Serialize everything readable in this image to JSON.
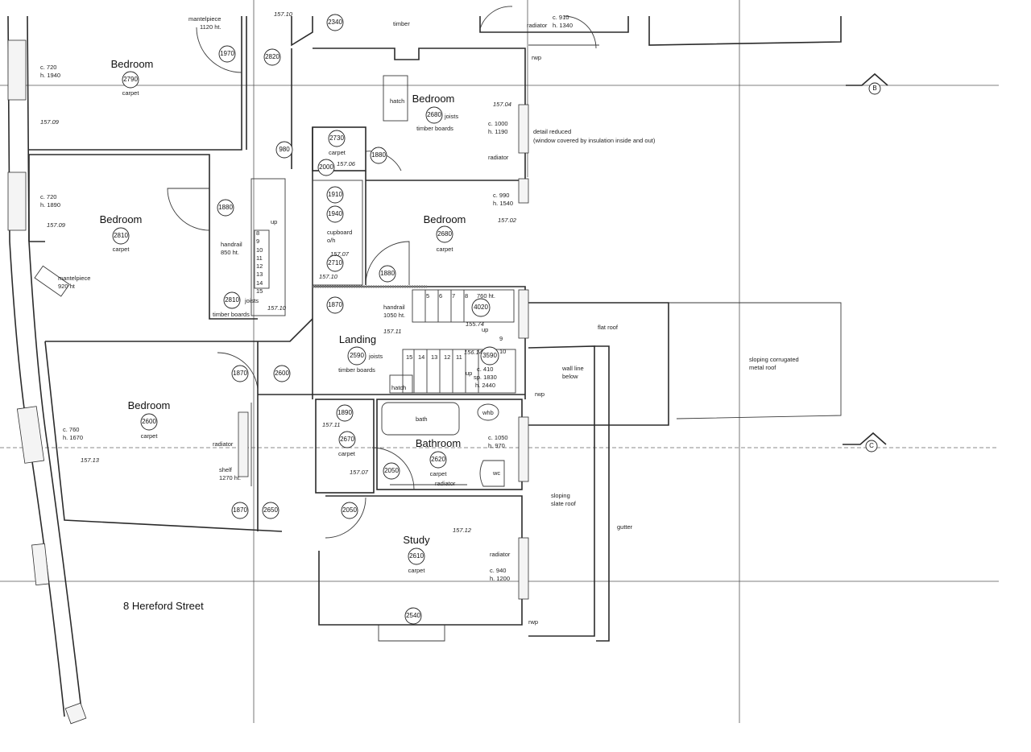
{
  "street": "8 Hereford Street",
  "rooms": {
    "bedroom_top_left": {
      "name": "Bedroom",
      "height": "2790",
      "finish": "carpet",
      "level": "157.09"
    },
    "bedroom_top_right": {
      "name": "Bedroom",
      "height": "2680",
      "note": "joists",
      "finish": "timber boards"
    },
    "bedroom_mid_left": {
      "name": "Bedroom",
      "height": "2810",
      "finish": "carpet",
      "level": "157.09"
    },
    "bedroom_mid_right": {
      "name": "Bedroom",
      "height": "2680",
      "finish": "carpet",
      "level": "157.02"
    },
    "landing": {
      "name": "Landing",
      "height": "2590",
      "note": "joists",
      "finish": "timber boards",
      "level": "157.11"
    },
    "bedroom_bottom_left": {
      "name": "Bedroom",
      "height": "2600",
      "finish": "carpet",
      "level": "157.13"
    },
    "bathroom": {
      "name": "Bathroom",
      "height": "2620",
      "finish": "carpet"
    },
    "study": {
      "name": "Study",
      "height": "2610",
      "finish": "carpet",
      "level": "157.12"
    }
  },
  "circles": {
    "c1970": "1970",
    "c2820": "2820",
    "c2340": "2340",
    "c980": "980",
    "c2730": "2730",
    "c1880a": "1880",
    "c2000": "2000",
    "c1910": "1910",
    "c1940": "1940",
    "c2710": "2710",
    "c1880b": "1880",
    "c1880c": "1880",
    "c2810s": "2810",
    "c1870a": "1870",
    "c4020": "4020",
    "c3590": "3590",
    "c1870b": "1870",
    "c2600s": "2600",
    "c1890": "1890",
    "c2670": "2670",
    "c2050a": "2050",
    "c2050b": "2050",
    "c1870c": "1870",
    "c2650": "2650",
    "c2540": "2540"
  },
  "labels": {
    "mantelpiece_top": "mantelpiece",
    "mantel_top_h": "1120 ht.",
    "win_c720a": "c. 720",
    "win_h1940": "h. 1940",
    "win_c720b": "c. 720",
    "win_h1890": "h. 1890",
    "mantelpiece_mid": "mantelpiece",
    "mantel_mid_h": "920 ht",
    "handrail_left": "handrail",
    "handrail_left_h": "850 ht.",
    "timber_left": "timber boards",
    "joists_left": "joists",
    "lvl_15710a": "157.10",
    "lvl_15710b": "157.10",
    "lvl_15706": "157.06",
    "lvl_15707a": "157.07",
    "carpet_small": "carpet",
    "cupboard": "cupboard",
    "cupboard_oh": "o/h",
    "hatch_top": "hatch",
    "win_c1000": "c. 1000",
    "win_h1190": "h. 1190",
    "detail_reduced": "detail reduced",
    "window_covered": "(window covered by insulation inside and out)",
    "radiator_top": "radiator",
    "lvl_15704": "157.04",
    "win_c990": "c. 990",
    "win_h1540": "h. 1540",
    "top_c910": "c. 910",
    "top_h1340": "h. 1340",
    "top_radiator": "radiator",
    "top_timber": "timber",
    "top_lvl": "157.10",
    "rwp_top": "rwp",
    "handrail_land": "handrail",
    "handrail_land_h": "1050 ht.",
    "stairs_760": "760 ht.",
    "lvl_15574": "155.74",
    "up_a": "up",
    "lvl_15614": "156.14",
    "stair_c410": "c. 410",
    "stair_sp1830": "sp. 1830",
    "stair_h2440": "h. 2440",
    "up_b": "up",
    "up_left": "up",
    "hatch_land": "hatch",
    "bath": "bath",
    "whb": "whb",
    "wc": "wc",
    "radiator_bath": "radiator",
    "bath_c1050": "c. 1050",
    "bath_h970": "h. 970",
    "lvl_15711": "157.11",
    "lvl_15707b": "157.07",
    "carpet_hall": "carpet",
    "win_c760": "c. 760",
    "win_h1670": "h. 1670",
    "radiator_bed": "radiator",
    "shelf": "shelf",
    "shelf_h": "1270 ht.",
    "radiator_study": "radiator",
    "study_c940": "c. 940",
    "study_h1200": "h. 1200",
    "rwp_study": "rwp",
    "rwp_mid": "rwp",
    "flat_roof": "flat roof",
    "wall_line": "wall line",
    "wall_below": "below",
    "sloping_corrugated": "sloping corrugated",
    "metal_roof": "metal roof",
    "sloping_slate": "sloping",
    "slate_roof": "slate roof",
    "gutter": "gutter",
    "marker_b": "B",
    "marker_c": "C"
  },
  "stair_numbers": {
    "s_left": [
      "8",
      "9",
      "10",
      "11",
      "12",
      "13",
      "14",
      "15"
    ],
    "s_top": [
      "5",
      "6",
      "7",
      "8"
    ],
    "s_bot": [
      "15",
      "14",
      "13",
      "12",
      "11",
      "10"
    ],
    "s_nine": "9"
  }
}
